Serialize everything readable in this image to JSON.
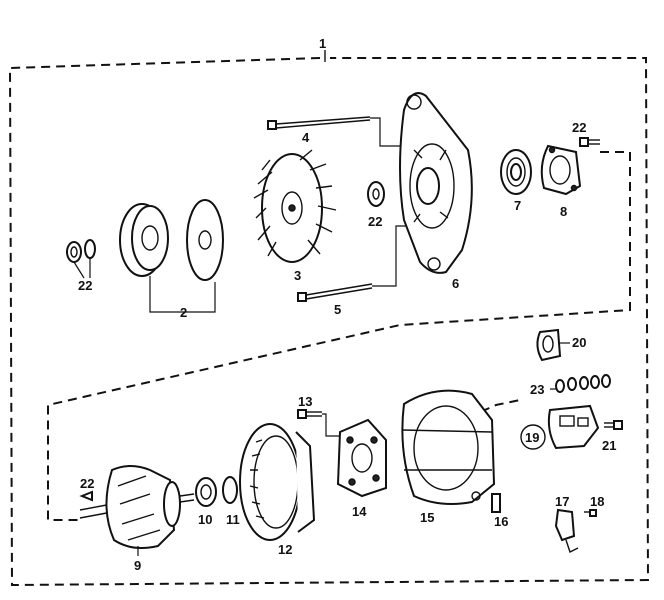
{
  "callouts": [
    {
      "id": "c1",
      "text": "1"
    },
    {
      "id": "c2",
      "text": "2"
    },
    {
      "id": "c3",
      "text": "3"
    },
    {
      "id": "c4",
      "text": "4"
    },
    {
      "id": "c5",
      "text": "5"
    },
    {
      "id": "c6",
      "text": "6"
    },
    {
      "id": "c7",
      "text": "7"
    },
    {
      "id": "c8",
      "text": "8"
    },
    {
      "id": "c9",
      "text": "9"
    },
    {
      "id": "c10",
      "text": "10"
    },
    {
      "id": "c11",
      "text": "11"
    },
    {
      "id": "c12",
      "text": "12"
    },
    {
      "id": "c13",
      "text": "13"
    },
    {
      "id": "c14",
      "text": "14"
    },
    {
      "id": "c15",
      "text": "15"
    },
    {
      "id": "c16",
      "text": "16"
    },
    {
      "id": "c17",
      "text": "17"
    },
    {
      "id": "c18",
      "text": "18"
    },
    {
      "id": "c19",
      "text": "19"
    },
    {
      "id": "c20",
      "text": "20"
    },
    {
      "id": "c21",
      "text": "21"
    },
    {
      "id": "c22a",
      "text": "22"
    },
    {
      "id": "c22b",
      "text": "22"
    },
    {
      "id": "c22c",
      "text": "22"
    },
    {
      "id": "c22d",
      "text": "22"
    },
    {
      "id": "c23",
      "text": "23"
    }
  ],
  "highlight": {
    "callout": "19",
    "color": "#111111"
  },
  "colors": {
    "line": "#111111",
    "background": "#ffffff"
  }
}
